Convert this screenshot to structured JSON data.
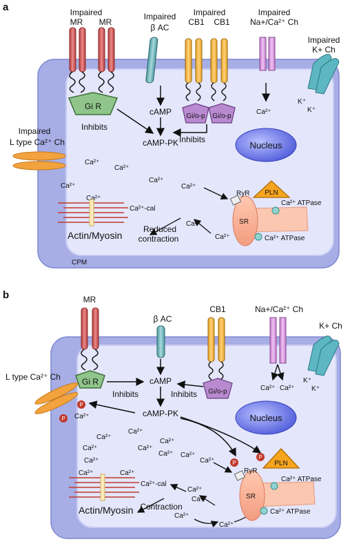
{
  "panels": [
    {
      "letter": "a",
      "top_labels": [
        "Impaired",
        "MR",
        "MR",
        "Impaired",
        "β AC",
        "Impaired",
        "CB1",
        "CB1",
        "Impaired",
        "Na+/Ca²⁺ Ch",
        "Impaired",
        "K+ Ch"
      ],
      "lt_line1": "Impaired",
      "lt_line2": "L type Ca²⁺ Ch",
      "gir": "Gi R",
      "giop1": "Gi/o-p",
      "giop2": "Gi/o-p",
      "camp": "cAMP",
      "camppk": "cAMP-PK",
      "inhibits1": "Inhibits",
      "inhibits2": "Inhibits",
      "nucleus": "Nucleus",
      "pln": "PLN",
      "ryr": "RyR",
      "sr": "SR",
      "atpase1": "Ca²⁺ ATPase",
      "atpase2": "Ca²⁺ ATPase",
      "cacal": "Ca²⁺-cal",
      "actin": "Actin/Myosin",
      "contr1": "Reduced",
      "contr2": "contraction",
      "cpm": "CPM",
      "kplus1": "K⁺",
      "kplus2": "K⁺",
      "ca": "Ca²⁺"
    },
    {
      "letter": "b",
      "mr": "MR",
      "bac": "β AC",
      "cb1": "CB1",
      "nach": "Na+/Ca²⁺ Ch",
      "kch": "K+ Ch",
      "lt": "L type Ca²⁺ Ch",
      "gir": "Gi R",
      "giop": "Gi/o-p",
      "camp": "cAMP",
      "camppk": "cAMP-PK",
      "inhibits1": "Inhibits",
      "inhibits2": "Inhibits",
      "nucleus": "Nucleus",
      "pln": "PLN",
      "ryr": "RyR",
      "sr": "SR",
      "atpase1": "Ca²⁺ ATPase",
      "atpase2": "Ca²⁺ ATPase",
      "cacal": "Ca²⁺-cal",
      "actin": "Actin/Myosin",
      "contr": "Contraction",
      "p": "P",
      "kplus1": "K⁺",
      "kplus2": "K⁺",
      "ca": "Ca²⁺"
    }
  ]
}
